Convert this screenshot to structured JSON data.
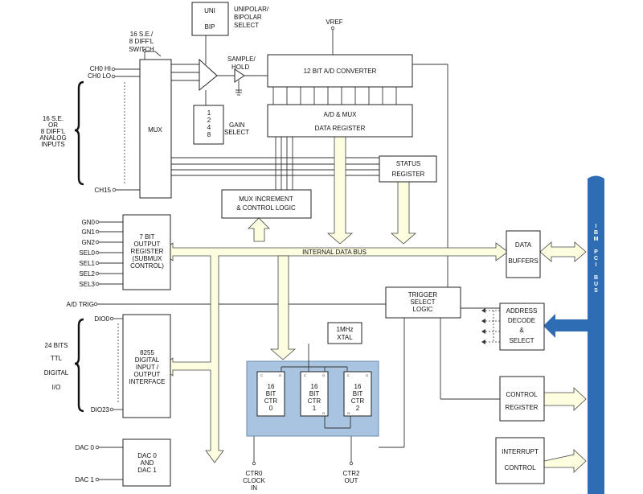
{
  "colors": {
    "bus_fill": "#fdfde0",
    "pci_bus": "#2e6db4",
    "counter_panel": "#a8c4e0"
  },
  "switch_label": [
    "16 S.E./",
    "8 DIFF'L",
    "SWITCH"
  ],
  "ch0_hi": "CH0  HI",
  "ch0_lo": "CH0  LO",
  "ch15": "CH15",
  "analog_inputs": [
    "16 S.E.",
    "OR",
    "8 DIFF'L",
    "ANALOG",
    "INPUTS"
  ],
  "mux": "MUX",
  "uni_bip": [
    "UNI",
    "BIP"
  ],
  "unipolar_select": [
    "UNIPOLAR/",
    "BIPOLAR",
    "SELECT"
  ],
  "gain_values": [
    "1",
    "2",
    "4",
    "8"
  ],
  "gain_select": [
    "GAIN",
    "SELECT"
  ],
  "sample_hold": [
    "SAMPLE/",
    "HOLD"
  ],
  "vref": "VREF",
  "adc": "12  BIT  A/D  CONVERTER",
  "ad_mux_register": [
    "A/D  &  MUX",
    "DATA  REGISTER"
  ],
  "status_register": [
    "STATUS",
    "REGISTER"
  ],
  "mux_increment": [
    "MUX  INCREMENT",
    "&  CONTROL  LOGIC"
  ],
  "gn_lines": [
    "GN0",
    "GN1",
    "GN2",
    "SEL0",
    "SEL1",
    "SEL2",
    "SEL3"
  ],
  "output_register": [
    "7  BIT",
    "OUTPUT",
    "REGISTER",
    "(SUBMUX",
    "CONTROL)"
  ],
  "internal_data_bus": "INTERNAL  DATA  BUS",
  "data_buffers": [
    "DATA",
    "BUFFERS"
  ],
  "ibm_bus_letters": [
    "I",
    "B",
    "M",
    "",
    "P",
    "C",
    "I",
    "",
    "B",
    "U",
    "S"
  ],
  "ad_trig": "A/D  TRIG",
  "trigger_logic": [
    "TRIGGER",
    "SELECT",
    "LOGIC"
  ],
  "address_decode": [
    "ADDRESS",
    "DECODE",
    "&",
    "SELECT"
  ],
  "dio0": "DIO0",
  "dio23": "DIO23",
  "dio_side": [
    "24  BITS",
    "TTL",
    "DIGITAL",
    "I/O"
  ],
  "dio_box": [
    "8255",
    "DIGITAL",
    "INPUT  /",
    "OUTPUT",
    "INTERFACE"
  ],
  "xtal": [
    "1MHz",
    "XTAL"
  ],
  "counters": [
    {
      "lines": [
        "16",
        "BIT",
        "CTR",
        "0"
      ]
    },
    {
      "lines": [
        "16",
        "BIT",
        "CTR",
        "1"
      ]
    },
    {
      "lines": [
        "16",
        "BIT",
        "CTR",
        "2"
      ]
    }
  ],
  "pin_letters": {
    "c": "C",
    "g": "G",
    "o": "O"
  },
  "control_register": [
    "CONTROL",
    "REGISTER"
  ],
  "interrupt_control": [
    "INTERRUPT",
    "CONTROL"
  ],
  "dac0": "DAC  0",
  "dac1": "DAC  1",
  "dac_box": [
    "DAC  0",
    "AND",
    "DAC  1"
  ],
  "ctr0_label": [
    "CTR0",
    "CLOCK",
    "IN"
  ],
  "ctr2_label": [
    "CTR2",
    "OUT"
  ]
}
